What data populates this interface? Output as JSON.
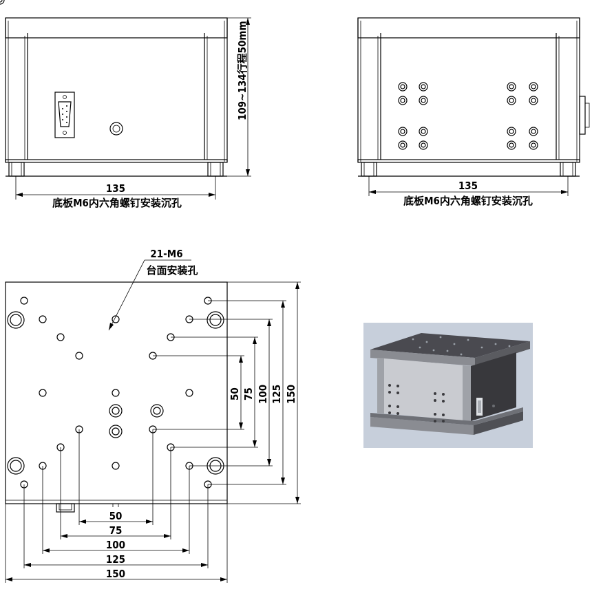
{
  "front_view": {
    "width_dim": "135",
    "note": "底板M6内六角螺钉安装沉孔",
    "height_dim": "109~134行程50mm"
  },
  "side_view": {
    "width_dim": "135",
    "note": "底板M6内六角螺钉安装沉孔"
  },
  "top_view": {
    "holes_label_1": "21-M6",
    "holes_label_2": "台面安装孔",
    "right_dims": [
      "50",
      "75",
      "100",
      "125",
      "150"
    ],
    "bottom_dims": [
      "50",
      "75",
      "100",
      "125",
      "150"
    ]
  },
  "colors": {
    "line": "#000000",
    "render_bg": "#c7cfdb",
    "render_body": "#3a3a3e"
  }
}
